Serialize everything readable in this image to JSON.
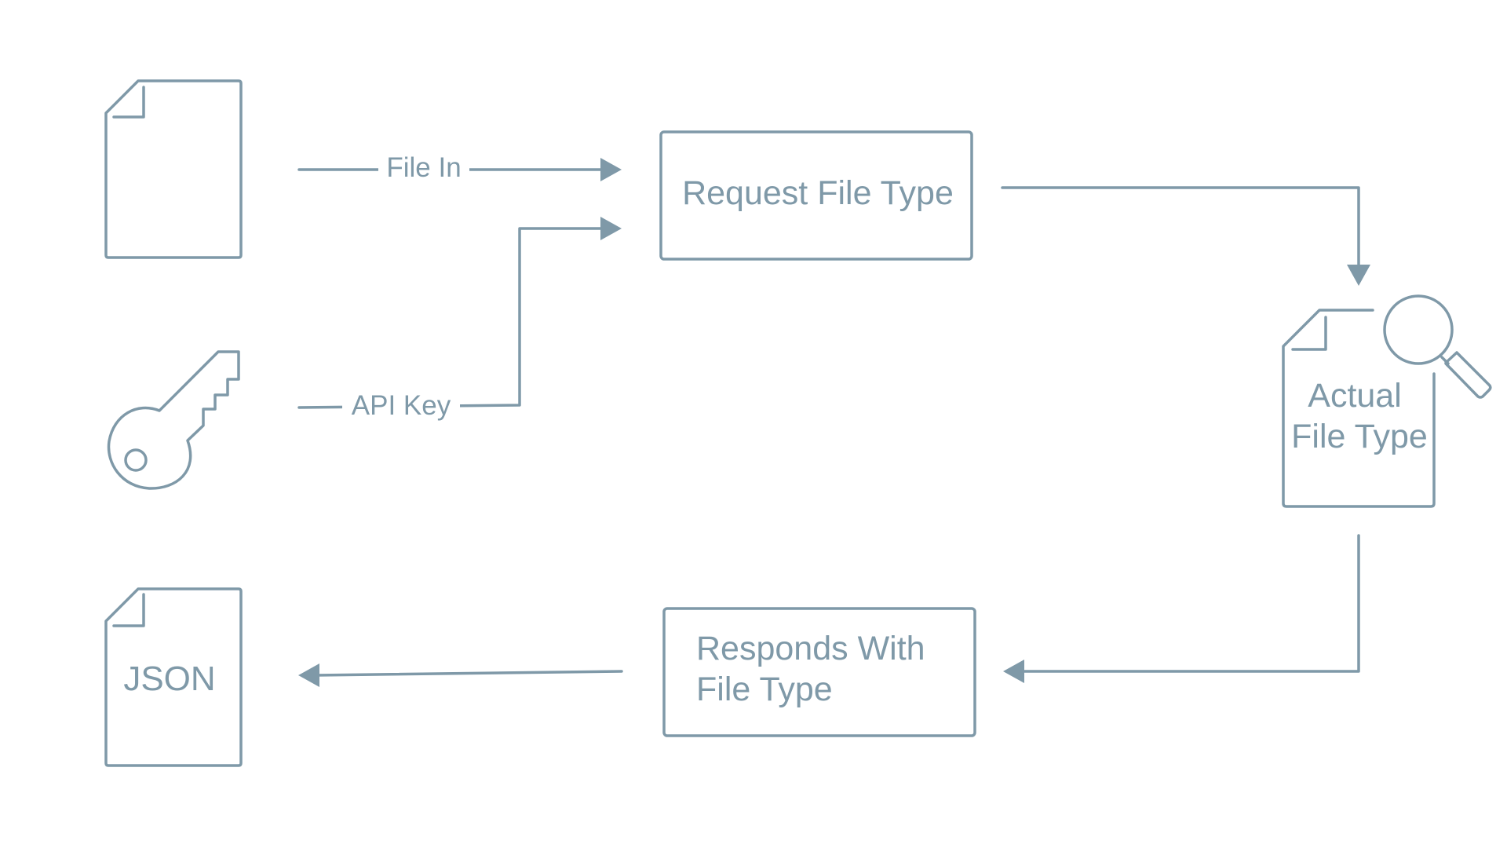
{
  "colors": {
    "stroke": "#7f99a8",
    "background": "#ffffff"
  },
  "icons": {
    "input_file": "document-icon",
    "api_key": "key-icon",
    "analyzed_file": "document-search-icon",
    "output_file": "document-icon"
  },
  "nodes": {
    "request": {
      "label": "Request File Type"
    },
    "actual": {
      "line1": "Actual",
      "line2": "File Type"
    },
    "responds": {
      "line1": "Responds With",
      "line2": "File Type"
    },
    "json": {
      "label": "JSON"
    }
  },
  "edges": {
    "file_in": {
      "label": "File In"
    },
    "api_key": {
      "label": "API Key"
    }
  }
}
